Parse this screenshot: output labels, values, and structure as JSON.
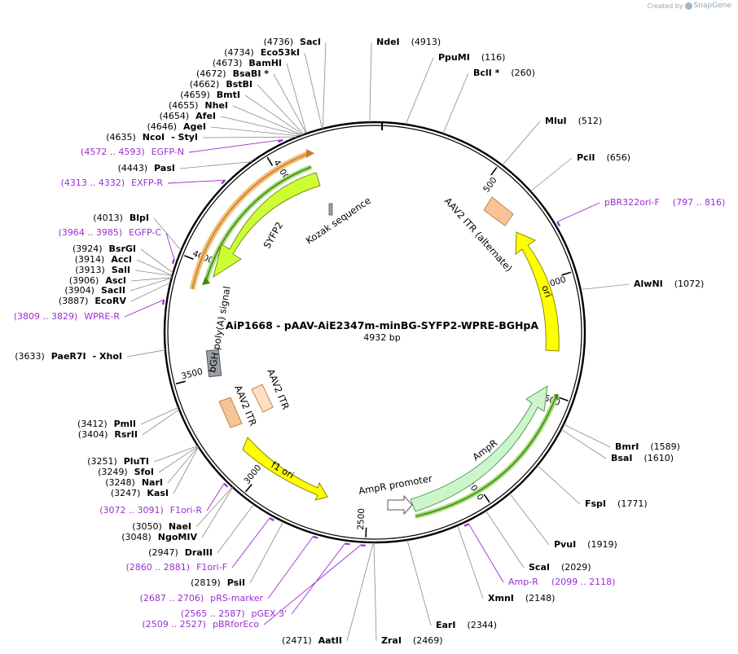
{
  "watermark": {
    "created_by": "Created by",
    "brand": "SnapGene",
    "logo_icon": "snapgene-logo-icon"
  },
  "plasmid": {
    "name": "AiP1668 - pAAV-AiE2347m-minBG-SYFP2-WPRE-BGHpA",
    "size_label": "4932 bp",
    "length": 4932
  },
  "ticks": [
    {
      "pos": 500,
      "label": "500"
    },
    {
      "pos": 1000,
      "label": "1000"
    },
    {
      "pos": 1500,
      "label": "1500"
    },
    {
      "pos": 2000,
      "label": "2000"
    },
    {
      "pos": 2500,
      "label": "2500"
    },
    {
      "pos": 3000,
      "label": "3000"
    },
    {
      "pos": 3500,
      "label": "3500"
    },
    {
      "pos": 4000,
      "label": "4000"
    },
    {
      "pos": 4500,
      "label": "4500"
    }
  ],
  "features": [
    {
      "name": "AAV2 ITR (alternate)",
      "color": "#f6c496",
      "type": "box"
    },
    {
      "name": "ori",
      "color": "#ffff00",
      "type": "arrow"
    },
    {
      "name": "AmpR",
      "color": "#ccf5cc",
      "type": "arrow"
    },
    {
      "name": "AmpR promoter",
      "color": "#ffffff",
      "type": "arrow"
    },
    {
      "name": "f1 ori",
      "color": "#ffff00",
      "type": "arrow"
    },
    {
      "name": "AAV2 ITR",
      "color": "#f6c496",
      "type": "box"
    },
    {
      "name": "AAV2 ITR",
      "color": "#fde0c4",
      "type": "box"
    },
    {
      "name": "bGH poly(A) signal",
      "color": "#9aa0a6",
      "type": "box"
    },
    {
      "name": "SYFP2",
      "color": "#ccff33",
      "type": "arrow"
    },
    {
      "name": "Kozak sequence",
      "color": "#9aa0a6",
      "type": "box"
    }
  ],
  "sites": [
    {
      "enzyme": "NdeI",
      "position": "(4913)"
    },
    {
      "enzyme": "PpuMI",
      "position": "(116)"
    },
    {
      "enzyme": "BclI *",
      "position": "(260)"
    },
    {
      "enzyme": "MluI",
      "position": "(512)"
    },
    {
      "enzyme": "PciI",
      "position": "(656)"
    },
    {
      "enzyme": "AlwNI",
      "position": "(1072)"
    },
    {
      "enzyme": "BmrI",
      "position": "(1589)"
    },
    {
      "enzyme": "BsaI",
      "position": "(1610)"
    },
    {
      "enzyme": "FspI",
      "position": "(1771)"
    },
    {
      "enzyme": "PvuI",
      "position": "(1919)"
    },
    {
      "enzyme": "ScaI",
      "position": "(2029)"
    },
    {
      "enzyme": "XmnI",
      "position": "(2148)"
    },
    {
      "enzyme": "EarI",
      "position": "(2344)"
    },
    {
      "enzyme": "ZraI",
      "position": "(2469)"
    },
    {
      "enzyme": "AatII",
      "position": "(2471)"
    },
    {
      "enzyme": "PsiI",
      "position": "(2819)"
    },
    {
      "enzyme": "DraIII",
      "position": "(2947)"
    },
    {
      "enzyme": "NgoMIV",
      "position": "(3048)"
    },
    {
      "enzyme": "NaeI",
      "position": "(3050)"
    },
    {
      "enzyme": "KasI",
      "position": "(3247)"
    },
    {
      "enzyme": "NarI",
      "position": "(3248)"
    },
    {
      "enzyme": "SfoI",
      "position": "(3249)"
    },
    {
      "enzyme": "PluTI",
      "position": "(3251)"
    },
    {
      "enzyme": "RsrII",
      "position": "(3404)"
    },
    {
      "enzyme": "PmlI",
      "position": "(3412)"
    },
    {
      "enzyme": "PaeR7I",
      "position": "(3633)",
      "extra": "- XhoI"
    },
    {
      "enzyme": "EcoRV",
      "position": "(3887)"
    },
    {
      "enzyme": "SacII",
      "position": "(3904)"
    },
    {
      "enzyme": "AscI",
      "position": "(3906)"
    },
    {
      "enzyme": "SalI",
      "position": "(3913)"
    },
    {
      "enzyme": "AccI",
      "position": "(3914)"
    },
    {
      "enzyme": "BsrGI",
      "position": "(3924)"
    },
    {
      "enzyme": "BlpI",
      "position": "(4013)"
    },
    {
      "enzyme": "PasI",
      "position": "(4443)"
    },
    {
      "enzyme": "NcoI",
      "position": "(4635)",
      "extra": "- StyI"
    },
    {
      "enzyme": "AgeI",
      "position": "(4646)"
    },
    {
      "enzyme": "AfeI",
      "position": "(4654)"
    },
    {
      "enzyme": "NheI",
      "position": "(4655)"
    },
    {
      "enzyme": "BmtI",
      "position": "(4659)"
    },
    {
      "enzyme": "BstBI",
      "position": "(4662)"
    },
    {
      "enzyme": "BsaBI *",
      "position": "(4672)"
    },
    {
      "enzyme": "BamHI",
      "position": "(4673)"
    },
    {
      "enzyme": "Eco53kI",
      "position": "(4734)"
    },
    {
      "enzyme": "SacI",
      "position": "(4736)"
    }
  ],
  "primers": [
    {
      "name": "pBR322ori-F",
      "range": "(797 .. 816)"
    },
    {
      "name": "Amp-R",
      "range": "(2099 .. 2118)"
    },
    {
      "name": "pBRforEco",
      "range": "(2509 .. 2527)"
    },
    {
      "name": "pGEX 3'",
      "range": "(2565 .. 2587)"
    },
    {
      "name": "pRS-marker",
      "range": "(2687 .. 2706)"
    },
    {
      "name": "F1ori-F",
      "range": "(2860 .. 2881)"
    },
    {
      "name": "F1ori-R",
      "range": "(3072 .. 3091)"
    },
    {
      "name": "WPRE-R",
      "range": "(3809 .. 3829)"
    },
    {
      "name": "EGFP-C",
      "range": "(3964 .. 3985)"
    },
    {
      "name": "EXFP-R",
      "range": "(4313 .. 4332)"
    },
    {
      "name": "EGFP-N",
      "range": "(4572 .. 4593)"
    }
  ],
  "colors": {
    "backbone": "#000000",
    "primer": "#9a2ed1",
    "orf_outline": "#e8a040",
    "orf_inner": "#4f9a1a"
  }
}
